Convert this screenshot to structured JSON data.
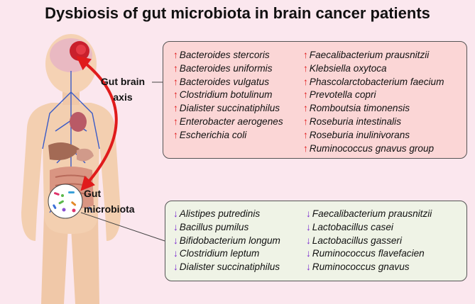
{
  "title": "Dysbiosis of gut microbiota in brain cancer patients",
  "labels": {
    "gut_brain_axis": "Gut brain axis",
    "gut_microbiota": "Gut microbiota"
  },
  "arrows": {
    "increased": "↑",
    "decreased": "↓"
  },
  "colors": {
    "increased_box": "#fbd6d6",
    "decreased_box": "#eff3e6",
    "increased_arrow": "#e01b1b",
    "decreased_arrow": "#7b2bd0",
    "axis_arrow": "#e01b1b"
  },
  "increased": {
    "left": [
      "Bacteroides stercoris",
      "Bacteroides uniformis",
      "Bacteroides vulgatus",
      "Clostridium botulinum",
      "Dialister succinatiphilus",
      "Enterobacter aerogenes",
      "Escherichia coli"
    ],
    "right": [
      "Faecalibacterium prausnitzii",
      "Klebsiella oxytoca",
      "Phascolarctobacterium faecium",
      "Prevotella copri",
      "Romboutsia timonensis",
      "Roseburia intestinalis",
      "Roseburia inulinivorans",
      "Ruminococcus gnavus group"
    ]
  },
  "decreased": {
    "left": [
      "Alistipes putredinis",
      "Bacillus pumilus",
      "Bifidobacterium longum",
      "Clostridium leptum",
      "Dialister succinatiphilus"
    ],
    "right": [
      "Faecalibacterium prausnitzii",
      "Lactobacillus casei",
      "Lactobacillus gasseri",
      "Ruminococcus flavefacien",
      "Ruminococcus gnavus"
    ]
  }
}
